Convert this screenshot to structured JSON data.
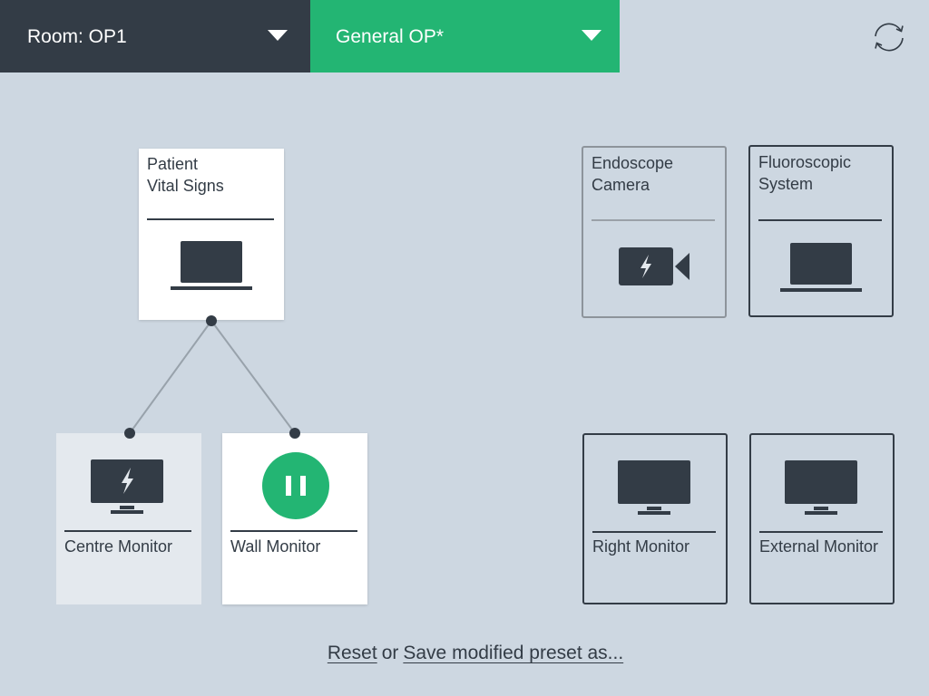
{
  "header": {
    "room_label": "Room: OP1",
    "preset_label": "General OP*",
    "refresh_icon": "refresh-icon"
  },
  "sources": [
    {
      "name": "Patient\nVital Signs",
      "icon": "laptop-icon",
      "state": "active"
    },
    {
      "name": "Endoscope\nCamera",
      "icon": "video-camera-icon",
      "state": "disabled"
    },
    {
      "name": "Fluoroscopic\nSystem",
      "icon": "laptop-icon",
      "state": "available"
    }
  ],
  "displays": [
    {
      "name": "Centre Monitor",
      "icon": "monitor-lightning-icon",
      "state": "selected"
    },
    {
      "name": "Wall Monitor",
      "icon": "pause-icon",
      "state": "active"
    },
    {
      "name": "Right Monitor",
      "icon": "monitor-icon",
      "state": "available"
    },
    {
      "name": "External Monitor",
      "icon": "monitor-icon",
      "state": "available"
    }
  ],
  "footer": {
    "reset_label": "Reset",
    "or_label": "or",
    "save_label": "Save modified preset as..."
  },
  "colors": {
    "background": "#cdd7e1",
    "dark": "#333c46",
    "accent_green": "#23b573",
    "tile_white": "#ffffff",
    "tile_light": "#e4e9ee"
  }
}
